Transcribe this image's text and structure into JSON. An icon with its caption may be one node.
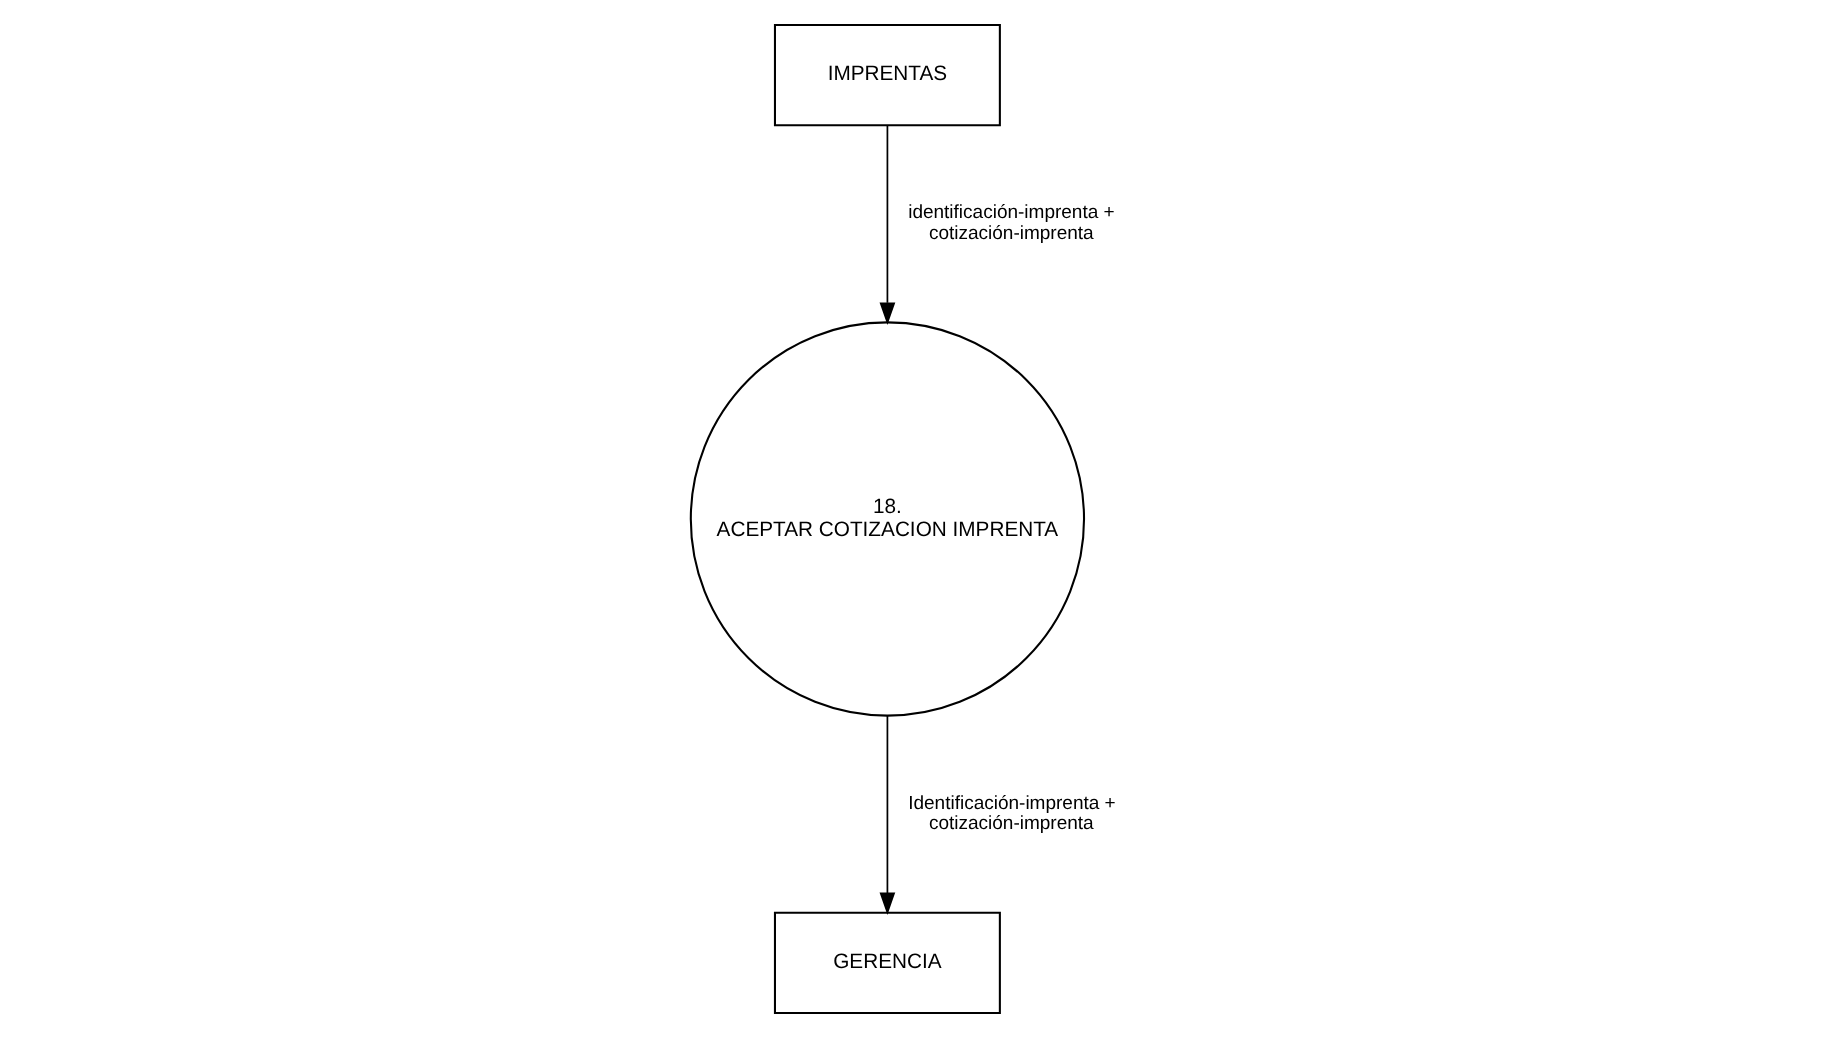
{
  "diagram": {
    "nodes": [
      {
        "text": [
          "IMPRENTAS"
        ]
      },
      {
        "text": [
          "18.",
          "ACEPTAR COTIZACION IMPRENTA"
        ]
      },
      {
        "text": [
          "GERENCIA"
        ]
      }
    ],
    "edges": [
      {
        "from": 0,
        "to": 1,
        "arrow": "to",
        "label": "identificación-imprenta + cotización-imprenta"
      },
      {
        "from": 1,
        "to": 2,
        "arrow": "to",
        "label": "Identificación-imprenta + cotización-imprenta"
      }
    ]
  }
}
